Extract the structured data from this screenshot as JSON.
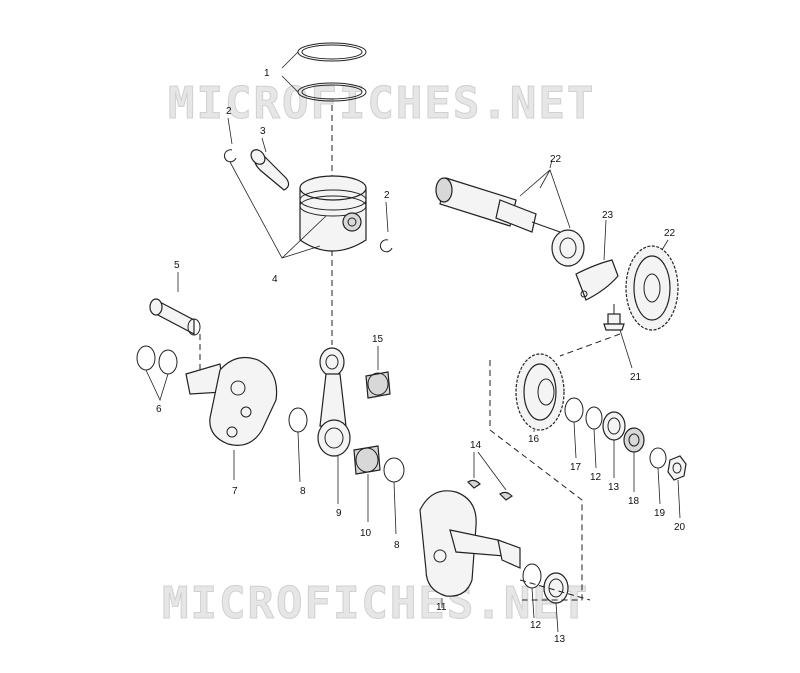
{
  "watermark": {
    "top": "MICROFICHES.NET",
    "bottom": "MICROFICHES.NET"
  },
  "callouts": {
    "c1": "1",
    "c2a": "2",
    "c2b": "2",
    "c3": "3",
    "c4": "4",
    "c5": "5",
    "c6": "6",
    "c7": "7",
    "c8a": "8",
    "c8b": "8",
    "c9": "9",
    "c10": "10",
    "c11": "11",
    "c12a": "12",
    "c12b": "12",
    "c13a": "13",
    "c13b": "13",
    "c14": "14",
    "c15": "15",
    "c16": "16",
    "c17": "17",
    "c18": "18",
    "c19": "19",
    "c20": "20",
    "c21": "21",
    "c22a": "22",
    "c22b": "22",
    "c23": "23"
  }
}
